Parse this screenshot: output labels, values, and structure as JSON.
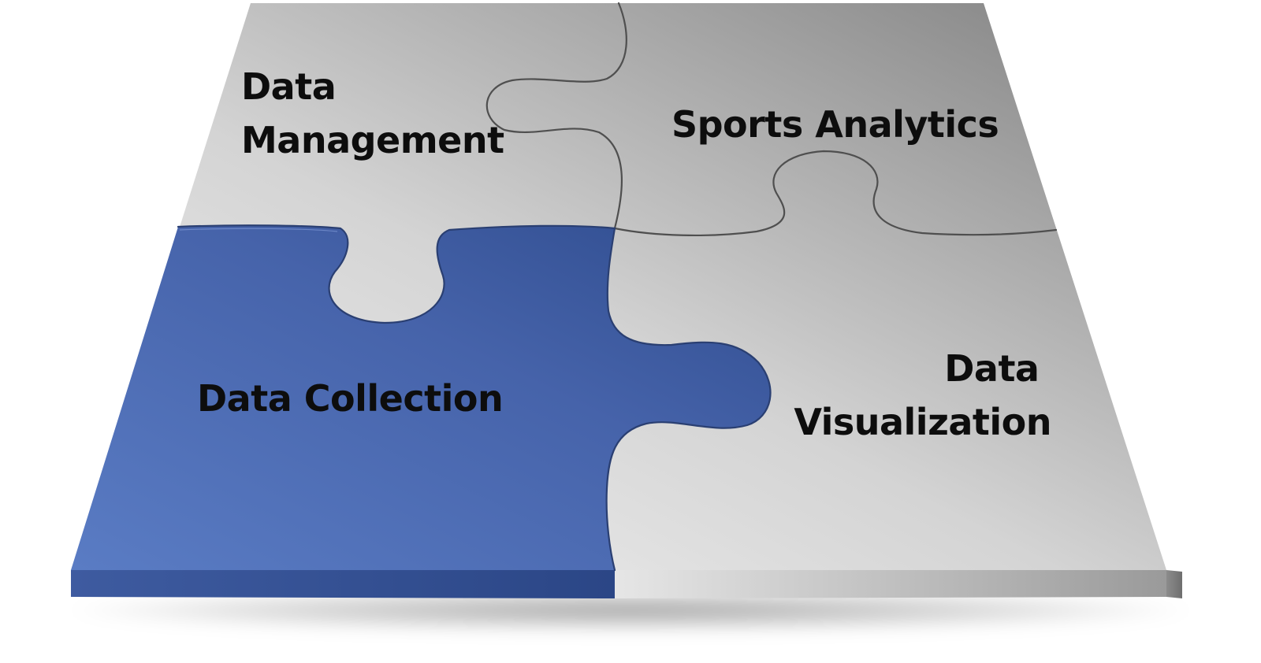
{
  "diagram": {
    "pieces": [
      {
        "id": "data-management",
        "label_lines": [
          "Data",
          "Management"
        ],
        "color": "#dcdcdc"
      },
      {
        "id": "sports-analytics",
        "label_lines": [
          "Sports Analytics"
        ],
        "color": "#a8a8a8"
      },
      {
        "id": "data-collection",
        "label_lines": [
          "Data Collection"
        ],
        "color": "#4a68ad"
      },
      {
        "id": "data-visualization",
        "label_lines": [
          "Data",
          "Visualization"
        ],
        "color": "#c6c6c6"
      }
    ],
    "colors": {
      "highlight_blue": "#4a68ad",
      "highlight_blue_dark": "#2f4b8c",
      "gray_light": "#f0f0f0",
      "gray_mid": "#bdbdbd",
      "gray_dark": "#8a8a8a",
      "seam": "#5a5a5a"
    }
  }
}
